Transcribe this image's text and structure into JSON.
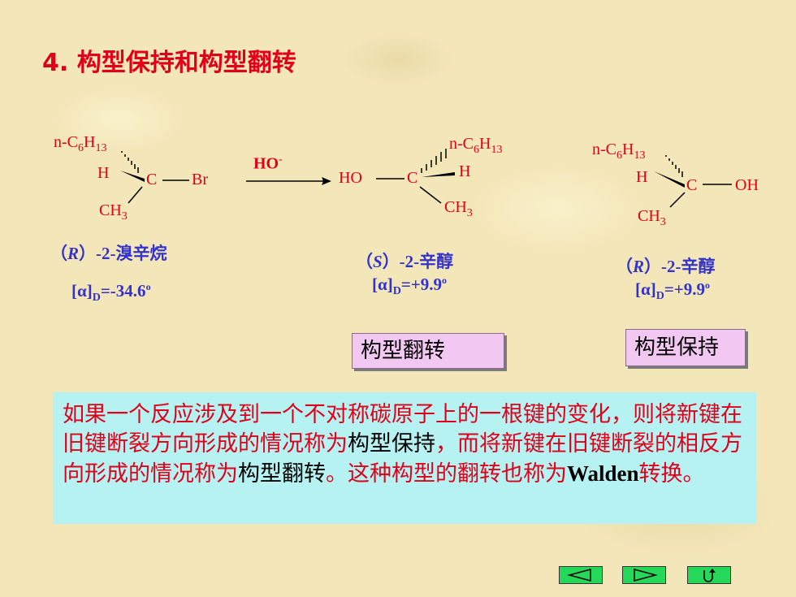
{
  "title": "4. 构型保持和构型翻转",
  "reaction": {
    "reagent": "HO",
    "reagent_charge": "-",
    "reactant": {
      "top_group": "n-C6H13",
      "top_prefix": "n-C",
      "top_sub1": "6",
      "top_h": "H",
      "top_sub2": "13",
      "h": "H",
      "c": "C",
      "x": "Br",
      "bottom": "CH",
      "bottom_sub": "3",
      "name_open": "（",
      "name_config": "R",
      "name_rest": "）-2-溴辛烷",
      "rot_open": "[α]",
      "rot_sub": "D",
      "rot_value": "=-34.6",
      "rot_deg": "o"
    },
    "product_inverted": {
      "top_prefix": "n-C",
      "top_sub1": "6",
      "top_h": "H",
      "top_sub2": "13",
      "ho": "HO",
      "c": "C",
      "h": "H",
      "bottom": "CH",
      "bottom_sub": "3",
      "name_open": "（",
      "name_config": "S",
      "name_rest": "）-2-辛醇",
      "rot_open": "[α]",
      "rot_sub": "D",
      "rot_value": "=+9.9",
      "rot_deg": "o",
      "label": "构型翻转"
    },
    "product_retained": {
      "top_prefix": "n-C",
      "top_sub1": "6",
      "top_h": "H",
      "top_sub2": "13",
      "h": "H",
      "c": "C",
      "oh": "OH",
      "bottom": "CH",
      "bottom_sub": "3",
      "name_open": "（",
      "name_config": "R",
      "name_rest": "）-2-辛醇",
      "rot_open": "[α]",
      "rot_sub": "D",
      "rot_value": "=+9.9",
      "rot_deg": "o",
      "label": "构型保持"
    }
  },
  "note": {
    "part1": "如果一个反应涉及到一个不对称碳原子上的一根键的变化，则将新键在旧键断裂方向形成的情况称为",
    "kw1": "构型保持",
    "part2": "，而将新键在旧键断裂的相反方向形成的情况称为",
    "kw2": "构型翻转",
    "part3": "。这种构型的翻转也称为",
    "walden": "Walden",
    "part4": "转换。"
  },
  "nav": {
    "prev_icon": "triangle-left-icon",
    "next_icon": "triangle-right-icon",
    "return_icon": "return-arrow-icon"
  },
  "colors": {
    "title": "#e0001a",
    "name": "#3333cc",
    "note_bg": "#b6f2f2",
    "label_bg": "#f2c8f2",
    "nav": "#25d85a"
  }
}
